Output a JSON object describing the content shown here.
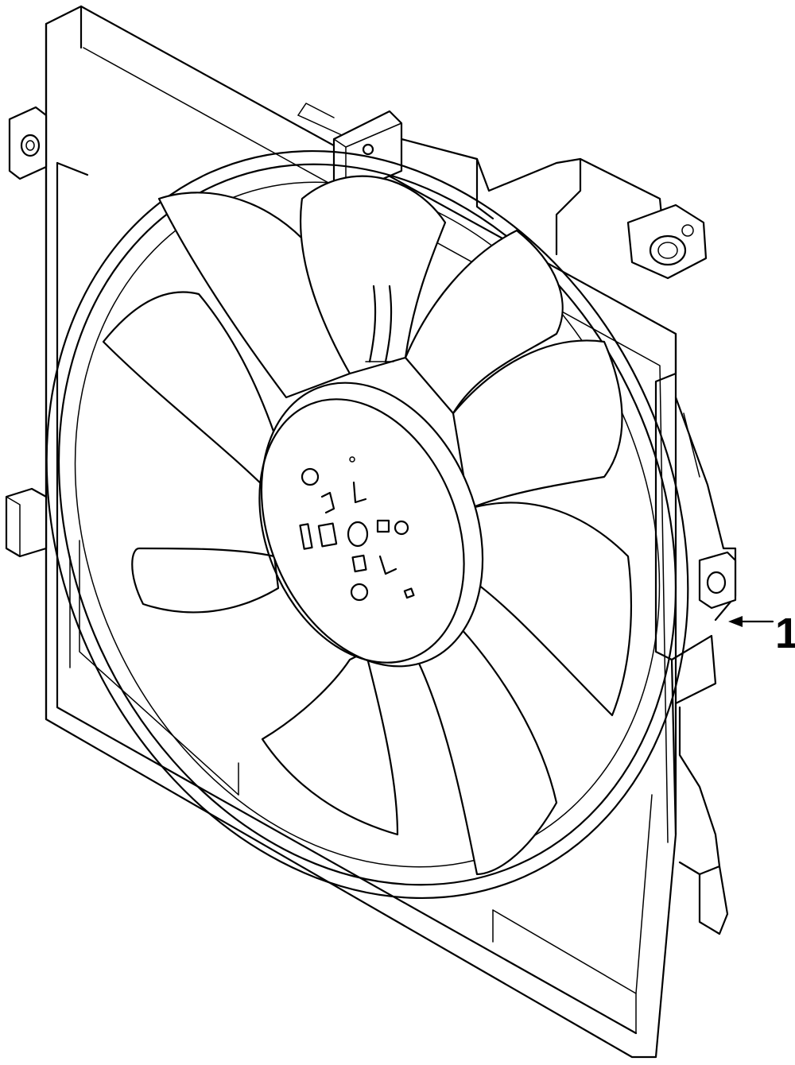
{
  "callouts": [
    {
      "id": "1",
      "label": "1"
    }
  ],
  "icons": [
    "fan-assembly-drawing",
    "callout-arrow"
  ],
  "colors": {
    "line": "#000000",
    "background": "#ffffff"
  }
}
